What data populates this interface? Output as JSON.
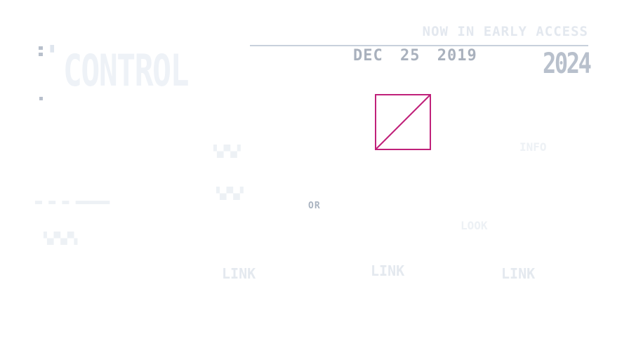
{
  "header": {
    "title": "CONTROL",
    "top_caption": "NOW IN EARLY ACCESS",
    "date": "DEC 25 2019",
    "year_badge": "2024"
  },
  "placeholder": {
    "border_color": "#c0217a"
  },
  "rows": {
    "row1_right": "INFO",
    "row2_center": "OR",
    "row3_right": "LOOK"
  },
  "footer": {
    "labels": [
      "LINK",
      "LINK",
      "LINK"
    ]
  },
  "colors": {
    "accent": "#c0217a",
    "text_dim": "#a9b1bd",
    "text_faint": "#eef2f7"
  }
}
